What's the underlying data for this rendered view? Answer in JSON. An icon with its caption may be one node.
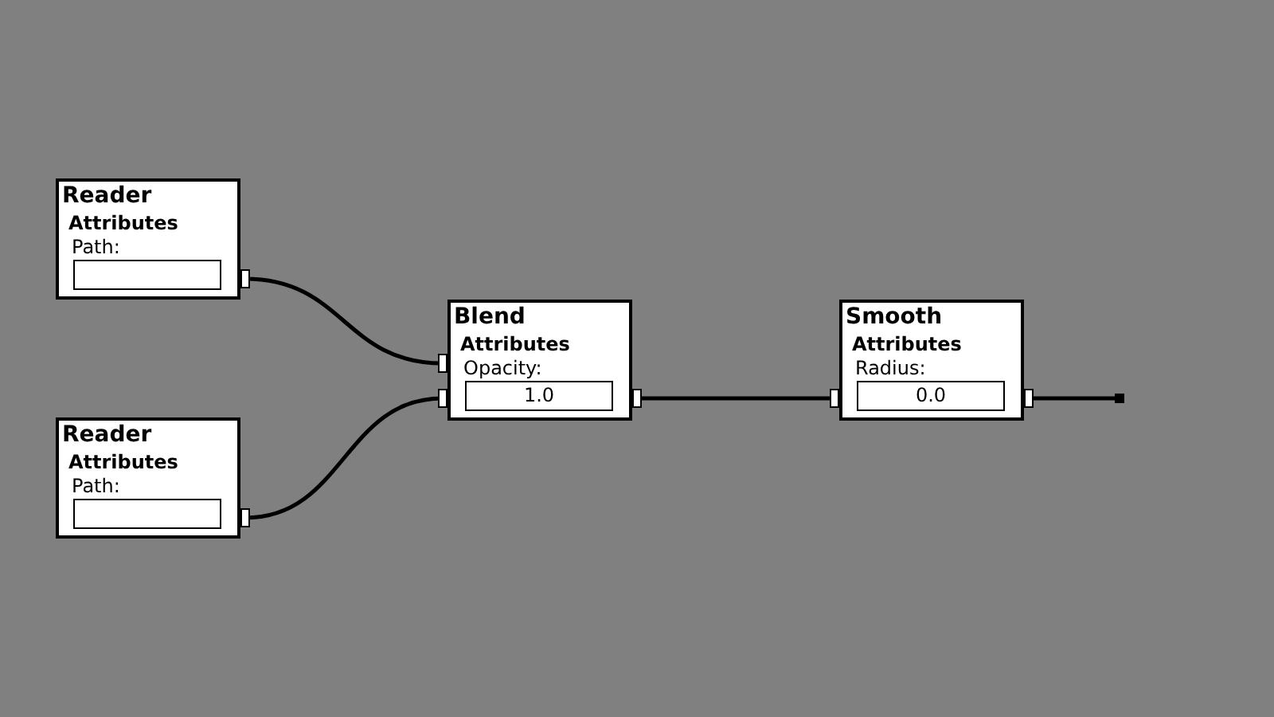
{
  "diagram": {
    "nodes": [
      {
        "text": [
          "Reader",
          "Attributes",
          "Path:"
        ]
      },
      {
        "text": [
          "Reader",
          "Attributes",
          "Path:"
        ]
      },
      {
        "text": [
          "Blend",
          "Attributes",
          "Opacity:",
          "1.0"
        ]
      },
      {
        "text": [
          "Smooth",
          "Attributes",
          "Radius:",
          "0.0"
        ]
      }
    ],
    "edges": [
      {
        "from": 0,
        "to": 2,
        "arrow": "other"
      },
      {
        "from": 1,
        "to": 2,
        "arrow": "other"
      },
      {
        "from": 2,
        "to": 3,
        "arrow": "other"
      },
      {
        "from": 3,
        "to": null,
        "arrow": "other"
      }
    ]
  }
}
